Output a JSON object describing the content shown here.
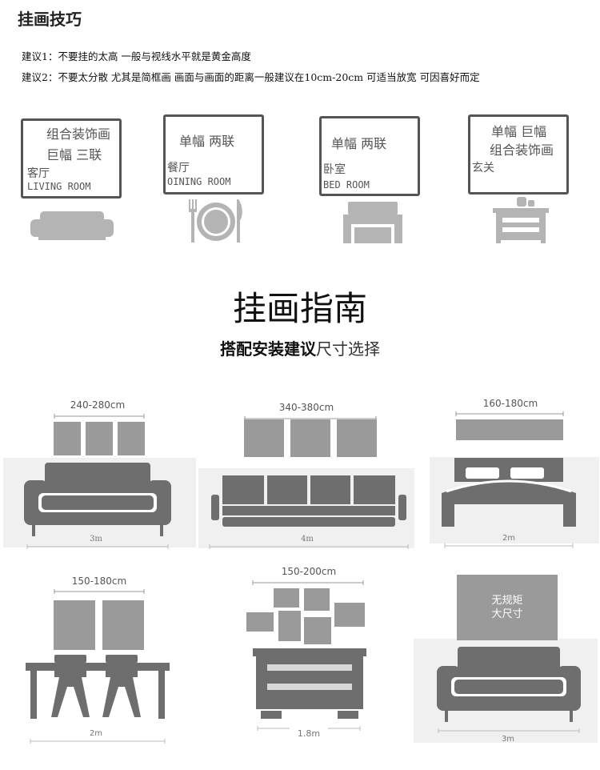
{
  "header": {
    "title": "挂画技巧",
    "tip1": "建议1：不要挂的太高 一般与视线水平就是黄金高度",
    "tip2": "建议2：不要太分散 尤其是简框画 画面与画面的距离一般建议在10cm-20cm 可适当放宽 可因喜好而定"
  },
  "rooms": [
    {
      "line1": "组合装饰画",
      "line2": "巨幅  三联",
      "room_cn": "客厅",
      "room_en": "LIVING ROOM",
      "icon": "sofa-icon"
    },
    {
      "line1": "单幅  两联",
      "line2": "",
      "room_cn": "餐厅",
      "room_en": "OINING ROOM",
      "icon": "plate-cutlery-icon"
    },
    {
      "line1": "单幅  两联",
      "line2": "",
      "room_cn": "卧室",
      "room_en": "BED ROOM",
      "icon": "bed-icon"
    },
    {
      "line1": "单幅  巨幅",
      "line2": "组合装饰画",
      "room_cn": "玄关",
      "room_en": "",
      "icon": "cabinet-icon"
    }
  ],
  "guide": {
    "title": "挂画指南",
    "subtitle_bold": "搭配安装建议",
    "subtitle_light": "尺寸选择"
  },
  "examples": [
    {
      "size": "240-280cm",
      "width": "3m"
    },
    {
      "size": "340-380cm",
      "width": "4m"
    },
    {
      "size": "160-180cm",
      "width": "2m"
    },
    {
      "size": "150-180cm",
      "width": "2m"
    },
    {
      "size": "150-200cm",
      "width": "1.8m"
    },
    {
      "size": "无规矩\n大尺寸",
      "width": "3m",
      "label1": "无规矩",
      "label2": "大尺寸"
    }
  ],
  "colors": {
    "frame": "#555555",
    "art": "#9a9a9a",
    "furniture": "#6e6e6e",
    "icon": "#b4b4b4",
    "panel_bg": "#f0f0f0"
  }
}
